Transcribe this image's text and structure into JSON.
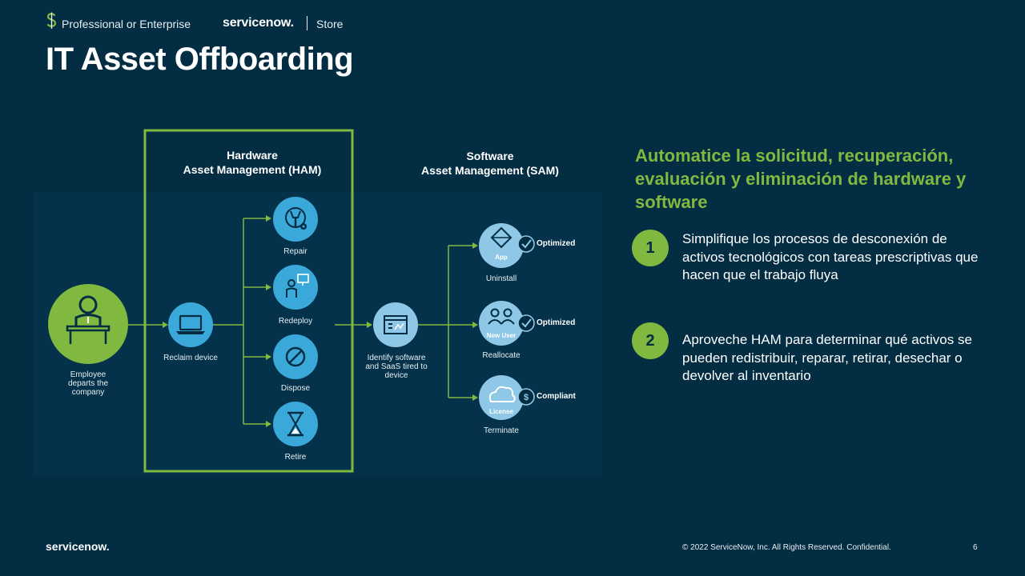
{
  "header": {
    "tier_label": "Professional or Enterprise",
    "logo_text": "servicenow.",
    "store_label": "Store"
  },
  "title": "IT Asset Offboarding",
  "diagram": {
    "ham_title_line1": "Hardware",
    "ham_title_line2": "Asset Management (HAM)",
    "sam_title_line1": "Software",
    "sam_title_line2": "Asset Management (SAM)",
    "employee_line1": "Employee",
    "employee_line2": "departs the",
    "employee_line3": "company",
    "reclaim": "Reclaim device",
    "ham_actions": {
      "repair": "Repair",
      "redeploy": "Redeploy",
      "dispose": "Dispose",
      "retire": "Retire"
    },
    "identify_line1": "Identify software",
    "identify_line2": "and SaaS tired to",
    "identify_line3": "device",
    "sam_actions": {
      "uninstall": "Uninstall",
      "reallocate": "Reallocate",
      "terminate": "Terminate"
    },
    "icon_texts": {
      "app": "App",
      "new_user": "New User",
      "license": "License"
    },
    "badges": {
      "uninstall": "Optimized",
      "reallocate": "Optimized",
      "terminate": "Compliant"
    },
    "colors": {
      "green": "#81b840",
      "blue": "#3aa8d8",
      "light_blue": "#8fc8e6",
      "background": "#032d42"
    }
  },
  "headline": "Automatice la solicitud, recuperación, evaluación y eliminación de hardware y software",
  "bullets": [
    {
      "number": "1",
      "text": "Simplifique los procesos de desconexión de activos tecnológicos con tareas prescriptivas que hacen que el trabajo fluya"
    },
    {
      "number": "2",
      "text": "Aproveche HAM para determinar qué activos se pueden redistribuir, reparar, retirar, desechar o devolver al inventario"
    }
  ],
  "footer": {
    "logo_text": "servicenow.",
    "copyright": "© 2022 ServiceNow, Inc. All Rights Reserved. Confidential.",
    "page_number": "6"
  }
}
